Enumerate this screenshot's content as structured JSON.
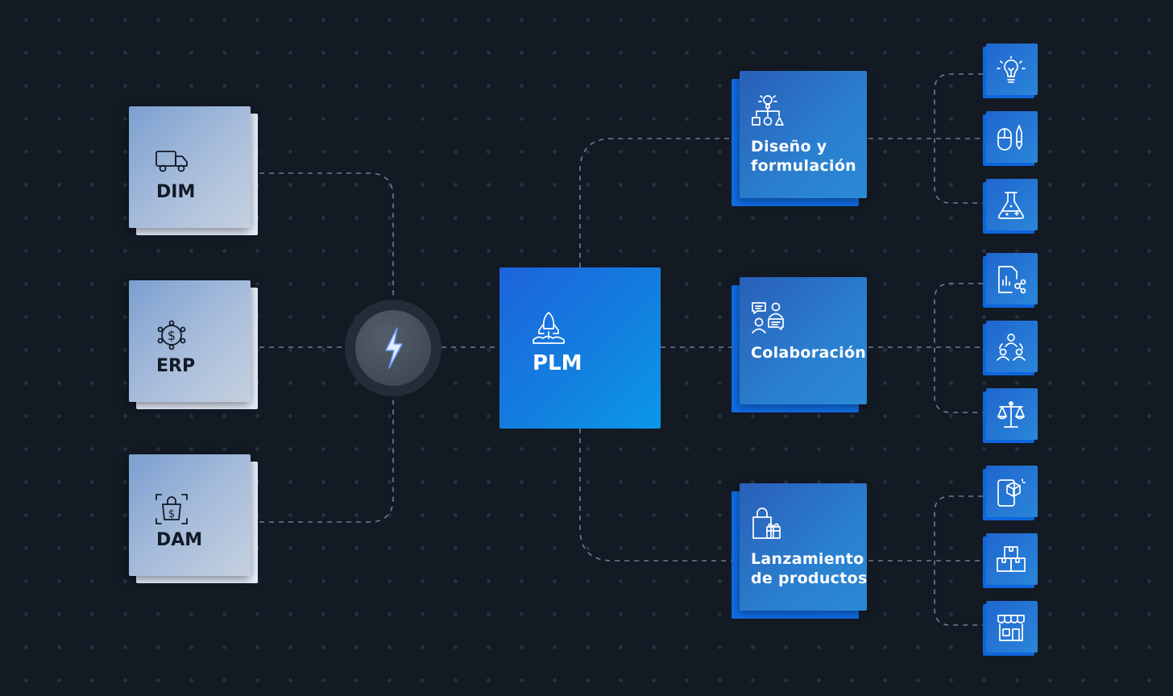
{
  "sources": [
    {
      "label": "DIM",
      "icon": "truck-icon"
    },
    {
      "label": "ERP",
      "icon": "dollar-network-icon"
    },
    {
      "label": "DAM",
      "icon": "shopping-bag-dollar-icon"
    }
  ],
  "hub": {
    "icon": "lightning-bolt-icon"
  },
  "center": {
    "label": "PLM",
    "icon": "rocket-launch-icon"
  },
  "categories": [
    {
      "label_line1": "Diseño y",
      "label_line2": "formulación",
      "icon": "idea-shapes-icon",
      "items": [
        "lightbulb-icon",
        "mouse-pen-icon",
        "flask-icon"
      ]
    },
    {
      "label_line1": "Colaboración",
      "label_line2": "",
      "icon": "team-chat-icon",
      "items": [
        "document-share-icon",
        "team-circle-icon",
        "scale-balance-icon"
      ]
    },
    {
      "label_line1": "Lanzamiento",
      "label_line2": "de productos",
      "icon": "bag-gift-icon",
      "items": [
        "phone-box-icon",
        "stacked-boxes-icon",
        "storefront-icon"
      ]
    }
  ],
  "colors": {
    "background": "#131a24",
    "accent": "#127fdf",
    "source_card": "#a9bedb",
    "connector": "#6b7d96"
  }
}
